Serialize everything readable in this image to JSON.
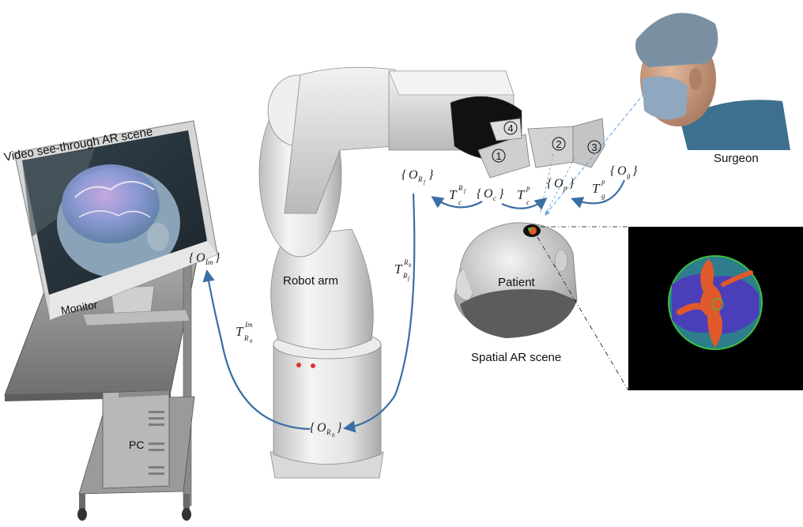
{
  "labels": {
    "video_ar": "Video see-through AR scene",
    "monitor": "Monitor",
    "pc": "PC",
    "robot_arm": "Robot arm",
    "surgeon": "Surgeon",
    "patient": "Patient",
    "spatial_ar": "Spatial AR scene"
  },
  "markers": {
    "m1": "1",
    "m2": "2",
    "m3": "3",
    "m4": "4"
  },
  "frames": {
    "O_Im": {
      "base": "O",
      "sub": "Im"
    },
    "O_Rb": {
      "base": "O",
      "sub": "R",
      "subsub": "b"
    },
    "O_Rf": {
      "base": "O",
      "sub": "R",
      "subsub": "f"
    },
    "O_c": {
      "base": "O",
      "sub": "c"
    },
    "O_p": {
      "base": "O",
      "sub": "p"
    },
    "O_g": {
      "base": "O",
      "sub": "g"
    }
  },
  "transforms": {
    "T_Rb_Im": {
      "base": "T",
      "sup": "Im",
      "sub": "R",
      "subsub": "b"
    },
    "T_Rf_Rb": {
      "base": "T",
      "sup": "R",
      "supsub": "b",
      "sub": "R",
      "subsub": "f"
    },
    "T_c_Rf": {
      "base": "T",
      "sup": "R",
      "supsub": "f",
      "sub": "c"
    },
    "T_c_p": {
      "base": "T",
      "sup": "p",
      "sub": "c"
    },
    "T_g_p": {
      "base": "T",
      "sup": "p",
      "sub": "g"
    }
  },
  "colors": {
    "arrow": "#3a6ea5",
    "dashed_line": "#6fa8dc",
    "robot_body": "#e2e2e2",
    "monitor_frame": "#d0d0d0",
    "cart": "#9e9e9e",
    "scrub_cap": "#7b8fa3",
    "scrub_top": "#3d6f8e",
    "inset_bg": "#000000",
    "inset_ring": "#3fbf3f",
    "vessel": "#e0592a"
  }
}
